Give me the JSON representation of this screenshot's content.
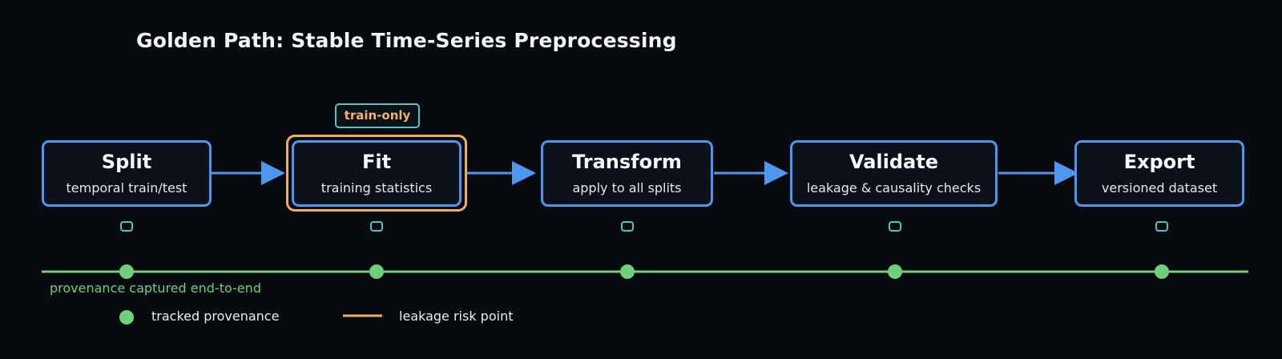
{
  "title": "Golden Path: Stable Time-Series Preprocessing",
  "stages": [
    {
      "name": "Split",
      "sub": "temporal train/test"
    },
    {
      "name": "Fit",
      "sub": "training statistics"
    },
    {
      "name": "Transform",
      "sub": "apply to all splits"
    },
    {
      "name": "Validate",
      "sub": "leakage & causality checks"
    },
    {
      "name": "Export",
      "sub": "versioned dataset"
    }
  ],
  "badge": "train-only",
  "provenance_caption": "provenance captured end-to-end",
  "legend": {
    "tracked": "tracked provenance",
    "risk": "leakage risk point"
  },
  "colors": {
    "stage_border": "#4d97ee",
    "arrow": "#4d97ee",
    "risk": "#f0ad5e",
    "provenance": "#6fcf7d",
    "chip": "#4fc7c0"
  }
}
